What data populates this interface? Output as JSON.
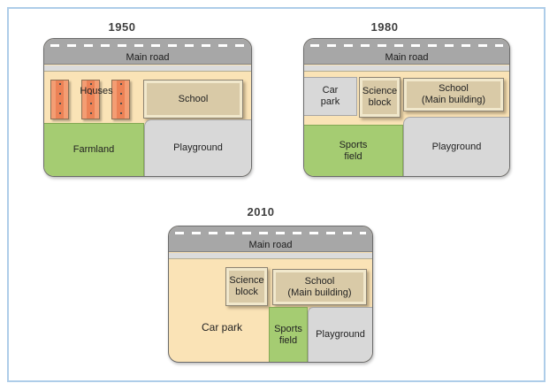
{
  "frame": {
    "border_color": "#aecde9"
  },
  "maps": [
    {
      "title": "1950",
      "road_label": "Main road",
      "regions": {
        "houses": "Houses",
        "school": "School",
        "farmland": "Farmland",
        "playground": "Playground"
      }
    },
    {
      "title": "1980",
      "road_label": "Main road",
      "regions": {
        "car_park": "Car\npark",
        "science_block": "Science\nblock",
        "school": "School\n(Main building)",
        "sports_field": "Sports\nfield",
        "playground": "Playground"
      }
    },
    {
      "title": "2010",
      "road_label": "Main road",
      "regions": {
        "car_park": "Car park",
        "science_block": "Science\nblock",
        "school": "School\n(Main building)",
        "sports_field": "Sports\nfield",
        "playground": "Playground"
      }
    }
  ],
  "colors": {
    "road_gray": "#a7a7a7",
    "sidewalk_gray": "#dbdbdb",
    "land_tan": "#fae3b6",
    "field_green": "#a5cc72",
    "paved_gray": "#d8d8d8",
    "building_tan": "#d9caa7",
    "house_orange": "#f49d73",
    "frame_blue": "#aecde9"
  }
}
